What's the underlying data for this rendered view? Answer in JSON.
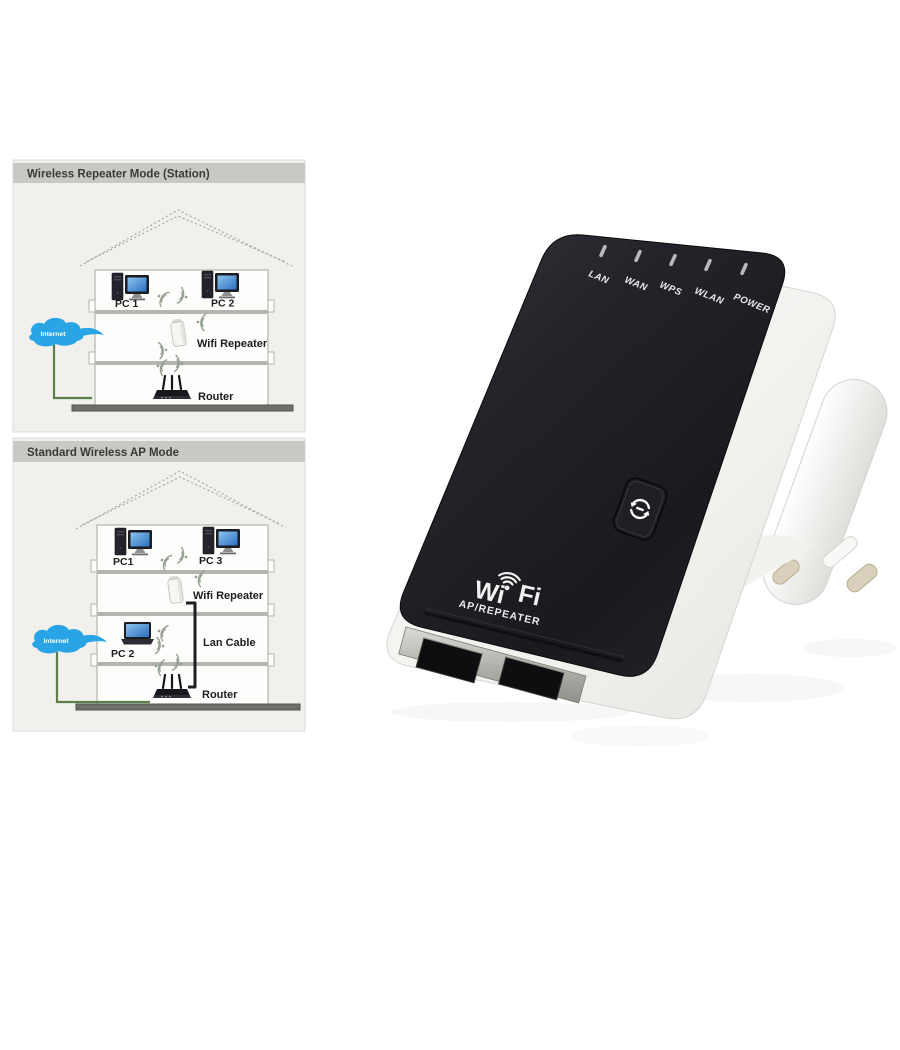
{
  "panel1": {
    "title": "Wireless Repeater Mode (Station)",
    "internet": "Internet",
    "pc1": "PC 1",
    "pc2": "PC 2",
    "repeater": "Wifi Repeater",
    "router": "Router"
  },
  "panel2": {
    "title": "Standard Wireless AP Mode",
    "internet": "Internet",
    "pc1": "PC1",
    "pc3": "PC 3",
    "repeater": "Wifi Repeater",
    "lan_cable": "Lan Cable",
    "pc2": "PC 2",
    "router": "Router"
  },
  "device": {
    "leds": [
      "LAN",
      "WAN",
      "WPS",
      "WLAN",
      "POWER"
    ],
    "logo_wi": "Wi",
    "logo_fi": "Fi",
    "logo_sub": "AP/REPEATER",
    "reset": "RESET"
  },
  "colors": {
    "cloud_blue": "#29a5e5",
    "line_green": "#5c7f49",
    "cable_black": "#1f1f1f",
    "panel_header": "#c9c8c5",
    "panel_bg": "#f1f0ed",
    "ground_gray": "#6e6e6a",
    "device_black": "#1e1e22",
    "body_white": "#f4f4f1",
    "pin_tip": "#d9d0bb",
    "screen_blue": "#5a9fd8"
  }
}
